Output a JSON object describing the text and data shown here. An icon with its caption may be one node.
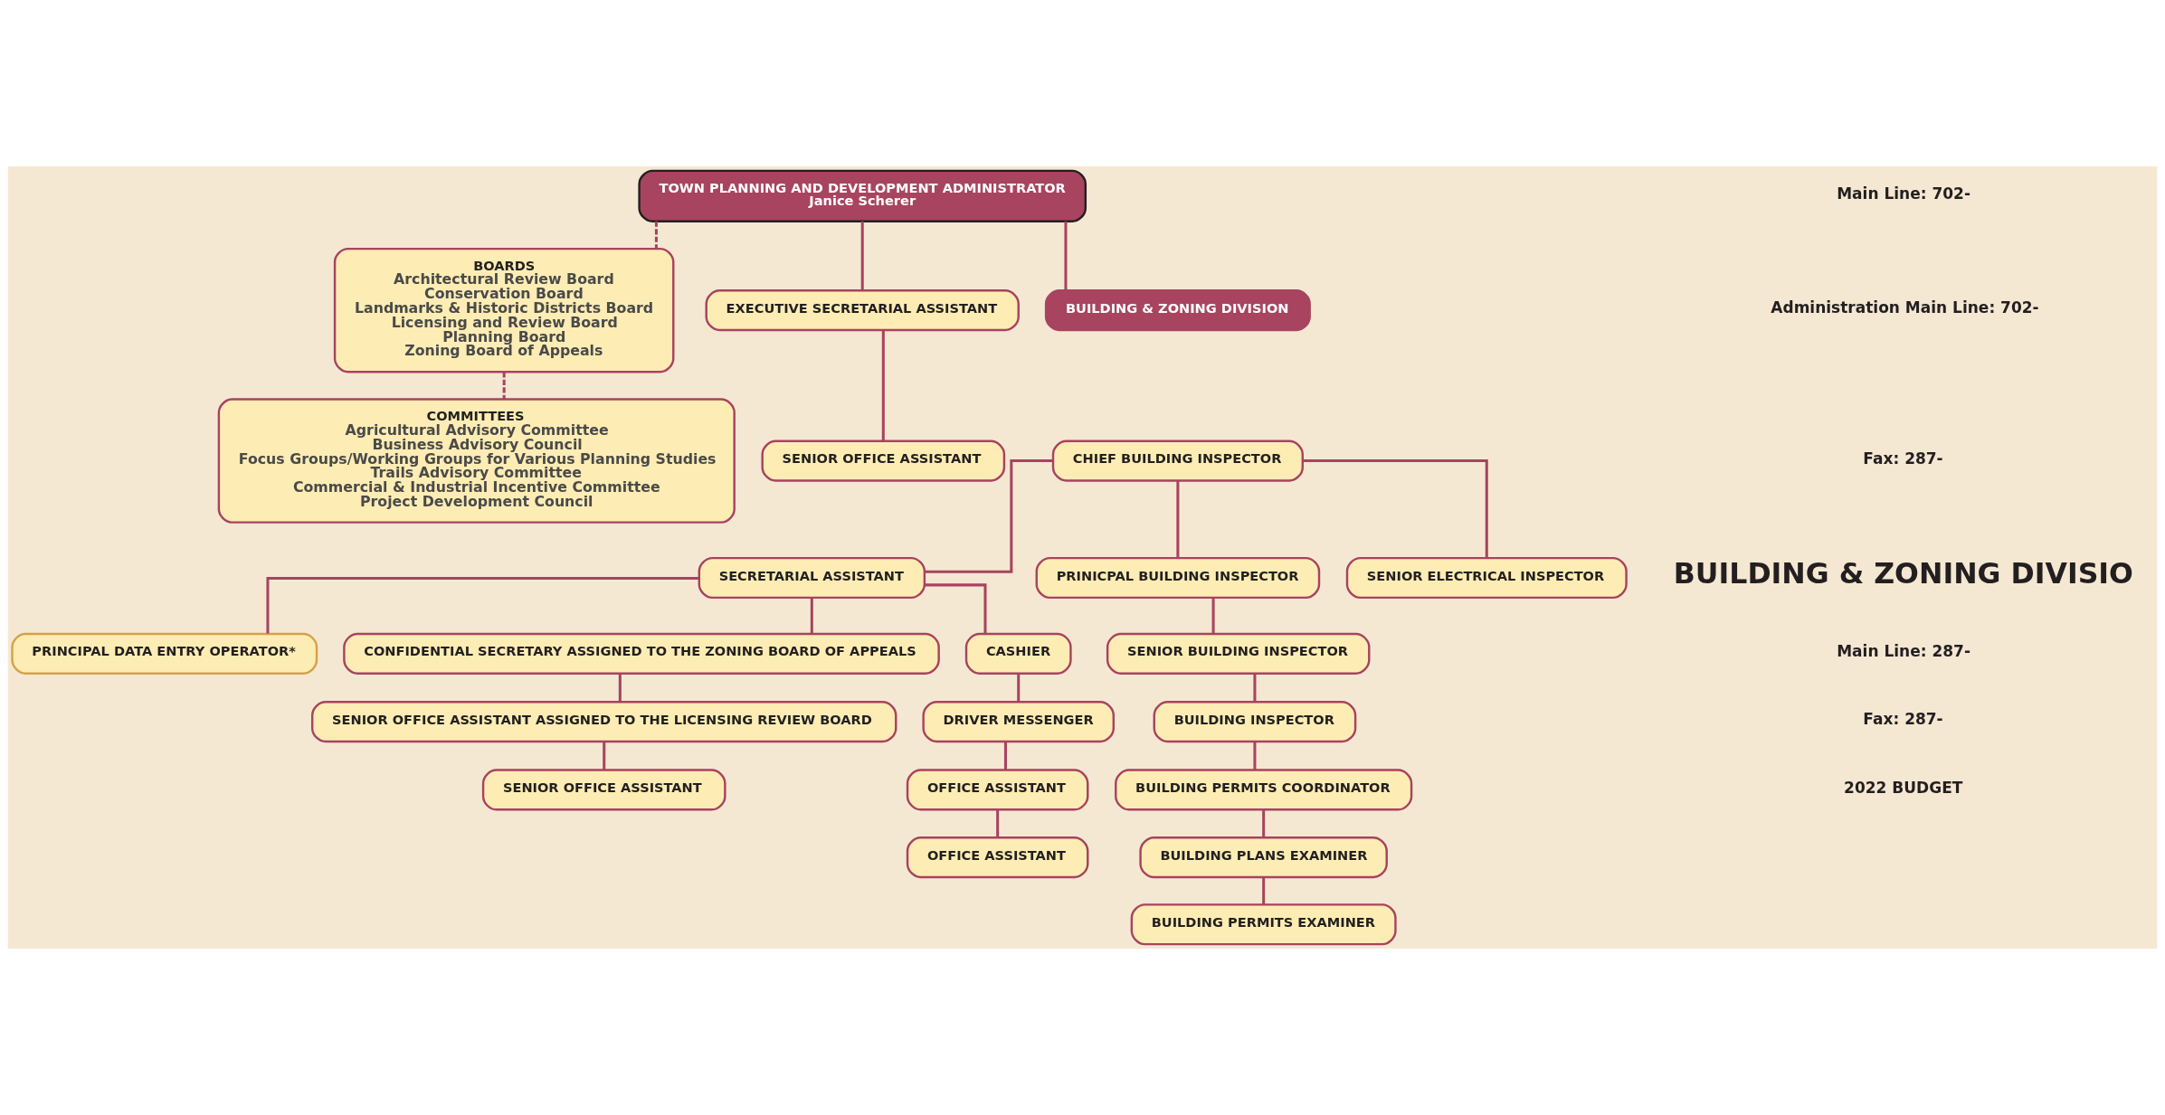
{
  "diagram": {
    "nodes": [
      {
        "text": [
          "TOWN PLANNING AND DEVELOPMENT ADMINISTRATOR",
          "Janice Scherer"
        ]
      },
      {
        "text": [
          "BOARDS",
          "Architectural Review Board",
          "Conservation Board",
          "Landmarks & Historic Districts Board",
          "Licensing and Review Board",
          "Planning Board",
          "Zoning Board of Appeals"
        ]
      },
      {
        "text": [
          "COMMITTEES",
          "Agricultural Advisory Committee",
          "Business Advisory Council",
          "Focus Groups/Working Groups for Various Planning Studies",
          "Trails Advisory Committee",
          "Commercial & Industrial Incentive Committee",
          "Project Development Council"
        ]
      },
      {
        "text": [
          "EXECUTIVE SECRETARIAL ASSISTANT"
        ]
      },
      {
        "text": [
          "SENIOR OFFICE ASSISTANT"
        ]
      },
      {
        "text": [
          "BUILDING & ZONING DIVISION"
        ]
      },
      {
        "text": [
          "CHIEF BUILDING INSPECTOR"
        ]
      },
      {
        "text": [
          "SECRETARIAL ASSISTANT"
        ]
      },
      {
        "text": [
          "PRINCIPAL DATA ENTRY OPERATOR*"
        ]
      },
      {
        "text": [
          "CONFIDENTIAL SECRETARY ASSIGNED TO THE ZONING BOARD OF APPEALS"
        ]
      },
      {
        "text": [
          "SENIOR OFFICE ASSISTANT ASSIGNED TO THE LICENSING REVIEW BOARD"
        ]
      },
      {
        "text": [
          "SENIOR OFFICE ASSISTANT"
        ]
      },
      {
        "text": [
          "CASHIER"
        ]
      },
      {
        "text": [
          "DRIVER MESSENGER"
        ]
      },
      {
        "text": [
          "OFFICE ASSISTANT"
        ]
      },
      {
        "text": [
          "OFFICE ASSISTANT"
        ]
      },
      {
        "text": [
          "PRINICPAL BUILDING INSPECTOR"
        ]
      },
      {
        "text": [
          "SENIOR BUILDING INSPECTOR"
        ]
      },
      {
        "text": [
          "BUILDING INSPECTOR"
        ]
      },
      {
        "text": [
          "BUILDING PERMITS COORDINATOR"
        ]
      },
      {
        "text": [
          "BUILDING PLANS EXAMINER"
        ]
      },
      {
        "text": [
          "BUILDING PERMITS EXAMINER"
        ]
      },
      {
        "text": [
          "SENIOR ELECTRICAL INSPECTOR"
        ]
      }
    ],
    "edges": [
      {
        "from": 0,
        "to": 1,
        "arrow": "none",
        "style": "dashed"
      },
      {
        "from": 1,
        "to": 2,
        "arrow": "none",
        "style": "dashed"
      },
      {
        "from": 0,
        "to": 3,
        "arrow": "none"
      },
      {
        "from": 3,
        "to": 4,
        "arrow": "none"
      },
      {
        "from": 0,
        "to": 5,
        "arrow": "none"
      },
      {
        "from": 6,
        "to": 7,
        "arrow": "none"
      },
      {
        "from": 7,
        "to": 8,
        "arrow": "none"
      },
      {
        "from": 7,
        "to": 9,
        "arrow": "none"
      },
      {
        "from": 7,
        "to": 12,
        "arrow": "none"
      },
      {
        "from": 9,
        "to": 10,
        "arrow": "none"
      },
      {
        "from": 10,
        "to": 11,
        "arrow": "none"
      },
      {
        "from": 12,
        "to": 13,
        "arrow": "none"
      },
      {
        "from": 13,
        "to": 14,
        "arrow": "none"
      },
      {
        "from": 14,
        "to": 15,
        "arrow": "none"
      },
      {
        "from": 6,
        "to": 16,
        "arrow": "none"
      },
      {
        "from": 6,
        "to": 22,
        "arrow": "none"
      },
      {
        "from": 16,
        "to": 17,
        "arrow": "none"
      },
      {
        "from": 17,
        "to": 18,
        "arrow": "none"
      },
      {
        "from": 18,
        "to": 19,
        "arrow": "none"
      },
      {
        "from": 19,
        "to": 20,
        "arrow": "none"
      },
      {
        "from": 20,
        "to": 21,
        "arrow": "none"
      }
    ],
    "labels": [
      "Main Line: 702-",
      "Administration Main Line: 702-",
      "Fax: 287-",
      "BUILDING & ZONING DIVISIO",
      "Main Line: 287-",
      "Fax: 287-",
      "2022 BUDGET"
    ]
  }
}
